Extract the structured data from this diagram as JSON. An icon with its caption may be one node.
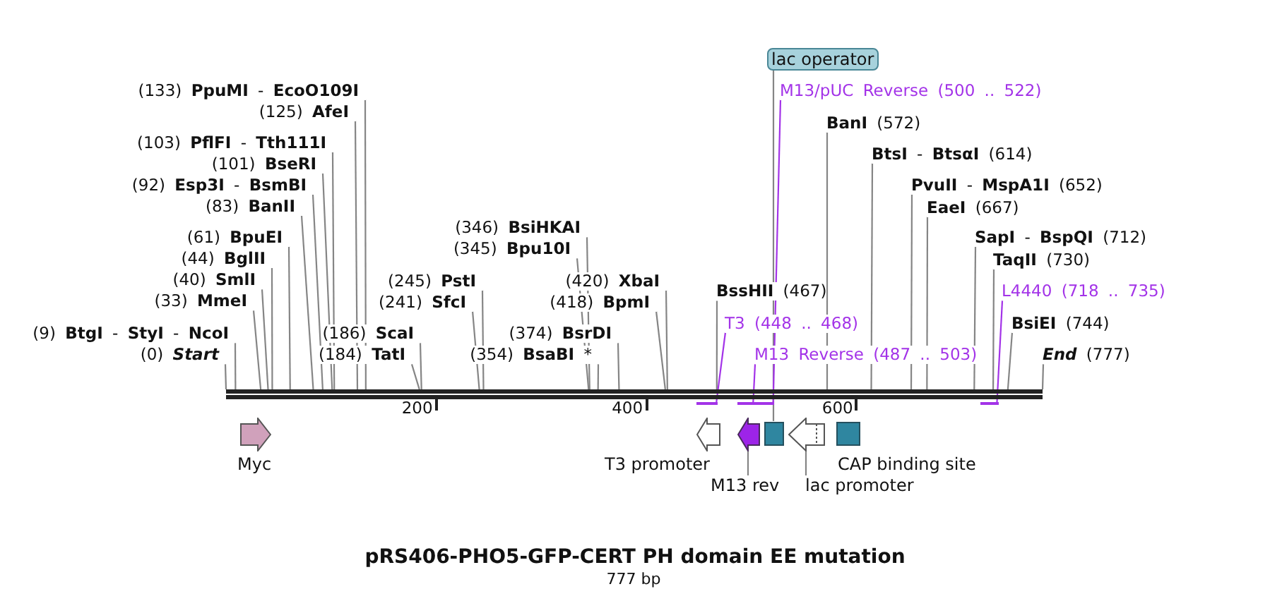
{
  "diagram": {
    "title": "pRS406-PHO5-GFP-CERT PH domain EE mutation",
    "nodes": [
      {
        "text": [
          "lac operator"
        ]
      },
      {
        "text": [
          "(133) **PpuMI** - **EcoO109I**"
        ]
      },
      {
        "text": [
          "M13/pUC Reverse (500 .. 522)"
        ]
      },
      {
        "text": [
          "(125) **AfeI**"
        ]
      },
      {
        "text": [
          "**BanI** (572)"
        ]
      },
      {
        "text": [
          "(103) **PflFI** - **Tth111I**"
        ]
      },
      {
        "text": [
          "**BtsI** - **BtsαI** (614)"
        ]
      },
      {
        "text": [
          "(101) **BseRI**"
        ]
      },
      {
        "text": [
          "(92) **Esp3I** - **BsmBI**"
        ]
      },
      {
        "text": [
          "**PvuII** - **MspA1I** (652)"
        ]
      },
      {
        "text": [
          "(83) **BanII**"
        ]
      },
      {
        "text": [
          "**EaeI** (667)"
        ]
      },
      {
        "text": [
          "(346) **BsiHKAI**"
        ]
      },
      {
        "text": [
          "(61) **BpuEI**"
        ]
      },
      {
        "text": [
          "**SapI** - **BspQI** (712)"
        ]
      },
      {
        "text": [
          "(345) **Bpu10I**"
        ]
      },
      {
        "text": [
          "(44) **BglII**"
        ]
      },
      {
        "text": [
          "**TaqII** (730)"
        ]
      },
      {
        "text": [
          "(40) **SmlI**"
        ]
      },
      {
        "text": [
          "(245) **PstI**"
        ]
      },
      {
        "text": [
          "(420) **XbaI**"
        ]
      },
      {
        "text": [
          "**BssHII** (467)"
        ]
      },
      {
        "text": [
          "L4440 (718 .. 735)"
        ]
      },
      {
        "text": [
          "(33) **MmeI**"
        ]
      },
      {
        "text": [
          "(241) **SfcI**"
        ]
      },
      {
        "text": [
          "(418) **BpmI**"
        ]
      },
      {
        "text": [
          "**BsiEI** (744)"
        ]
      },
      {
        "text": [
          "T3 (448 .. 468)"
        ]
      },
      {
        "text": [
          "(9) **BtgI** - **StyI** - **NcoI**"
        ]
      },
      {
        "text": [
          "(186) **ScaI**"
        ]
      },
      {
        "text": [
          "(374) **BsrDI**"
        ]
      },
      {
        "text": [
          "(0) **Start**"
        ]
      },
      {
        "text": [
          "(184) **TatI**"
        ]
      },
      {
        "text": [
          "(354) **BsaBI** *"
        ]
      },
      {
        "text": [
          "M13 Reverse (487 .. 503)"
        ]
      },
      {
        "text": [
          "**End** (777)"
        ]
      },
      {
        "text": [],
        "shape": "bar"
      },
      {
        "text": [],
        "shape": "bar"
      },
      {
        "text": [],
        "shape": "bar"
      },
      {
        "text": [],
        "shape": "bar"
      },
      {
        "text": [],
        "shape": "bar"
      },
      {
        "text": [
          "Myc"
        ]
      },
      {
        "text": [
          "T3 promoter"
        ]
      },
      {
        "text": [],
        "shape": "arrow"
      },
      {
        "text": [],
        "shape": "box"
      },
      {
        "text": [],
        "shape": "arrow"
      },
      {
        "text": [
          "CAP binding site"
        ]
      },
      {
        "text": [
          "M13 rev"
        ]
      },
      {
        "text": [
          "lac promoter"
        ]
      }
    ],
    "edges": [
      {
        "from": 0,
        "to": 44,
        "arrow": "none"
      },
      {
        "from": 1,
        "to": 36,
        "arrow": "none"
      },
      {
        "from": 2,
        "to": 39,
        "arrow": "none",
        "color": "#a333e8"
      },
      {
        "from": 3,
        "to": 36,
        "arrow": "none"
      },
      {
        "from": 4,
        "to": 36,
        "arrow": "none"
      },
      {
        "from": 5,
        "to": 36,
        "arrow": "none"
      },
      {
        "from": 6,
        "to": 36,
        "arrow": "none"
      },
      {
        "from": 7,
        "to": 36,
        "arrow": "none"
      },
      {
        "from": 8,
        "to": 36,
        "arrow": "none"
      },
      {
        "from": 9,
        "to": 36,
        "arrow": "none"
      },
      {
        "from": 10,
        "to": 36,
        "arrow": "none"
      },
      {
        "from": 11,
        "to": 36,
        "arrow": "none"
      },
      {
        "from": 12,
        "to": 36,
        "arrow": "none"
      },
      {
        "from": 13,
        "to": 36,
        "arrow": "none"
      },
      {
        "from": 14,
        "to": 36,
        "arrow": "none"
      },
      {
        "from": 15,
        "to": 36,
        "arrow": "none"
      },
      {
        "from": 16,
        "to": 36,
        "arrow": "none"
      },
      {
        "from": 17,
        "to": 36,
        "arrow": "none"
      },
      {
        "from": 18,
        "to": 36,
        "arrow": "none"
      },
      {
        "from": 19,
        "to": 36,
        "arrow": "none"
      },
      {
        "from": 20,
        "to": 36,
        "arrow": "none"
      },
      {
        "from": 21,
        "to": 36,
        "arrow": "none"
      },
      {
        "from": 22,
        "to": 40,
        "arrow": "none",
        "color": "#a333e8"
      },
      {
        "from": 23,
        "to": 36,
        "arrow": "none"
      },
      {
        "from": 24,
        "to": 36,
        "arrow": "none"
      },
      {
        "from": 25,
        "to": 36,
        "arrow": "none"
      },
      {
        "from": 26,
        "to": 36,
        "arrow": "none"
      },
      {
        "from": 27,
        "to": 37,
        "arrow": "none",
        "color": "#a333e8"
      },
      {
        "from": 28,
        "to": 36,
        "arrow": "none"
      },
      {
        "from": 29,
        "to": 36,
        "arrow": "none"
      },
      {
        "from": 30,
        "to": 36,
        "arrow": "none"
      },
      {
        "from": 31,
        "to": 36,
        "arrow": "none"
      },
      {
        "from": 32,
        "to": 36,
        "arrow": "none"
      },
      {
        "from": 33,
        "to": 36,
        "arrow": "none"
      },
      {
        "from": 34,
        "to": 38,
        "arrow": "none",
        "color": "#a333e8"
      },
      {
        "from": 35,
        "to": 36,
        "arrow": "none"
      },
      {
        "from": 47,
        "to": 43,
        "arrow": "none"
      },
      {
        "from": 48,
        "to": 45,
        "arrow": "none"
      }
    ],
    "labels": [
      "200",
      "400",
      "600",
      "777 bp"
    ]
  }
}
